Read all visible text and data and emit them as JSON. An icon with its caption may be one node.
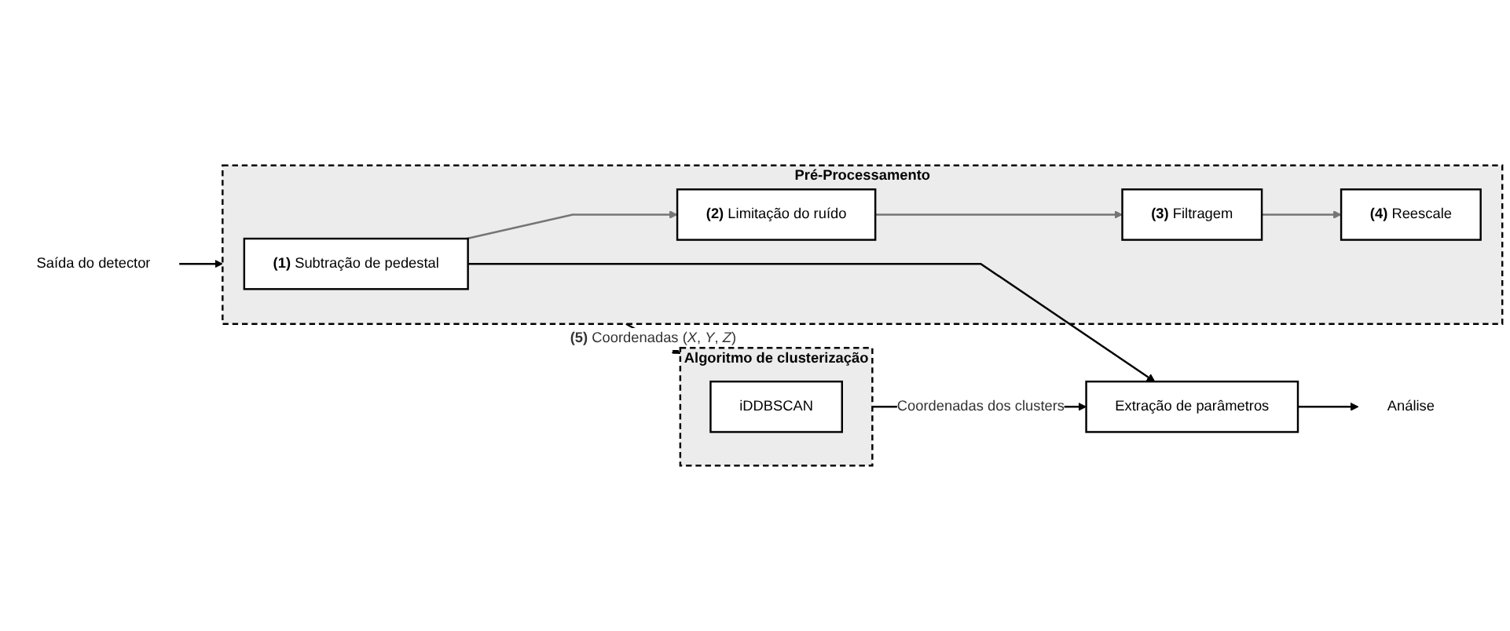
{
  "diagram": {
    "nodes": [
      {
        "text": [
          "Saída do detector"
        ]
      },
      {
        "text": [
          "Pré-Processamento"
        ]
      },
      {
        "text": [
          "**(1)** Subtração de pedestal"
        ],
        "in": 1
      },
      {
        "text": [
          "**(2)** Limitação do ruído"
        ],
        "in": 1
      },
      {
        "text": [
          "**(3)** Filtragem"
        ],
        "in": 1
      },
      {
        "text": [
          "**(4)** Reescale"
        ],
        "in": 1
      },
      {
        "text": [
          "Algoritmo de clusterização"
        ]
      },
      {
        "text": [
          "iDDBSCAN"
        ],
        "in": 6
      },
      {
        "text": [
          "Extração de parâmetros"
        ]
      },
      {
        "text": [
          "Análise"
        ]
      }
    ],
    "edges": [
      {
        "from": 0,
        "to": 1,
        "arrow": "to"
      },
      {
        "from": 2,
        "to": 3,
        "arrow": "to",
        "color": "#757575"
      },
      {
        "from": 3,
        "to": 4,
        "arrow": "to",
        "color": "#757575"
      },
      {
        "from": 4,
        "to": 5,
        "arrow": "to",
        "color": "#757575"
      },
      {
        "from": 2,
        "to": 8,
        "arrow": "to"
      },
      {
        "from": 1,
        "to": 6,
        "arrow": "to",
        "label": "**(5)** Coordenadas (*X*, *Y*, *Z*)"
      },
      {
        "from": 6,
        "to": 8,
        "arrow": "to",
        "label": "Coordenadas dos clusters"
      },
      {
        "from": 8,
        "to": 9,
        "arrow": "to"
      }
    ]
  }
}
